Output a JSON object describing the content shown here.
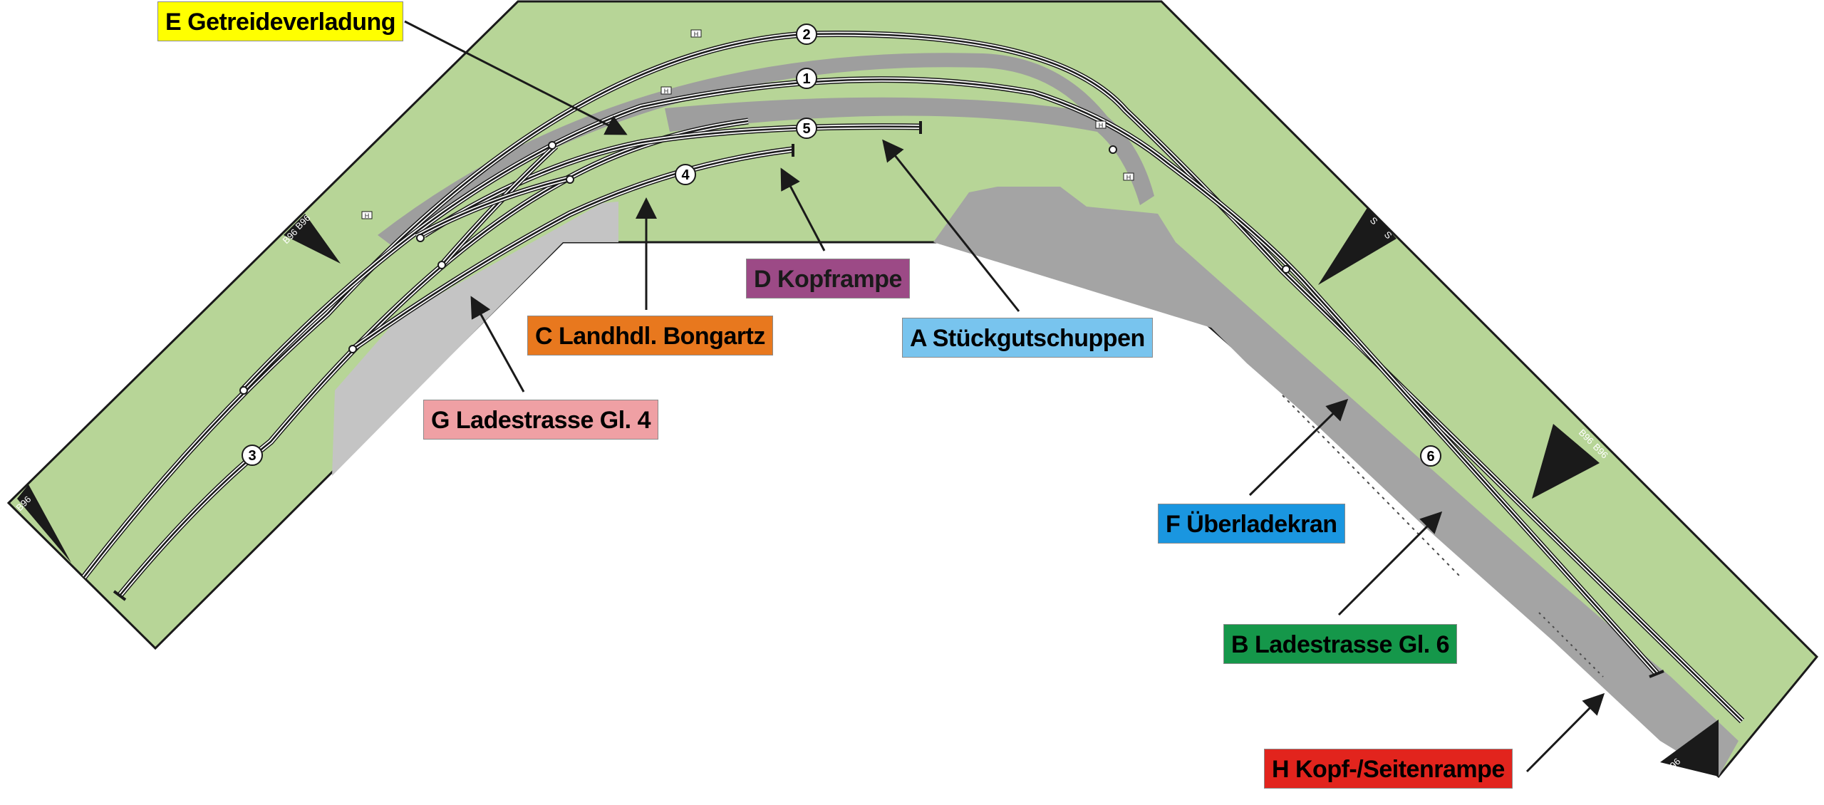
{
  "colors": {
    "baseboard": "#b7d597",
    "road": "#9e9e9e",
    "loading": "#a4a4a4",
    "lightroad": "#c4c4c4",
    "outline": "#1a1a1a"
  },
  "labels": {
    "E": {
      "text": "E Getreideverladung",
      "color": "#ffff00"
    },
    "D": {
      "text": "D Kopframpe",
      "color": "#9c4a86"
    },
    "C": {
      "text": "C Landhdl. Bongartz",
      "color": "#e8781e"
    },
    "A": {
      "text": "A Stückgutschuppen",
      "color": "#78c4ee"
    },
    "G": {
      "text": "G Ladestrasse Gl. 4",
      "color": "#efa0a4"
    },
    "F": {
      "text": "F Überladekran",
      "color": "#1a96e0"
    },
    "B": {
      "text": "B Ladestrasse Gl. 6",
      "color": "#15974a"
    },
    "H": {
      "text": "H Kopf-/Seitenrampe",
      "color": "#e2241d"
    }
  },
  "tracks": [
    "1",
    "2",
    "3",
    "4",
    "5",
    "6"
  ],
  "signs": {
    "b96": "B96",
    "s": "S",
    "h": "H"
  }
}
